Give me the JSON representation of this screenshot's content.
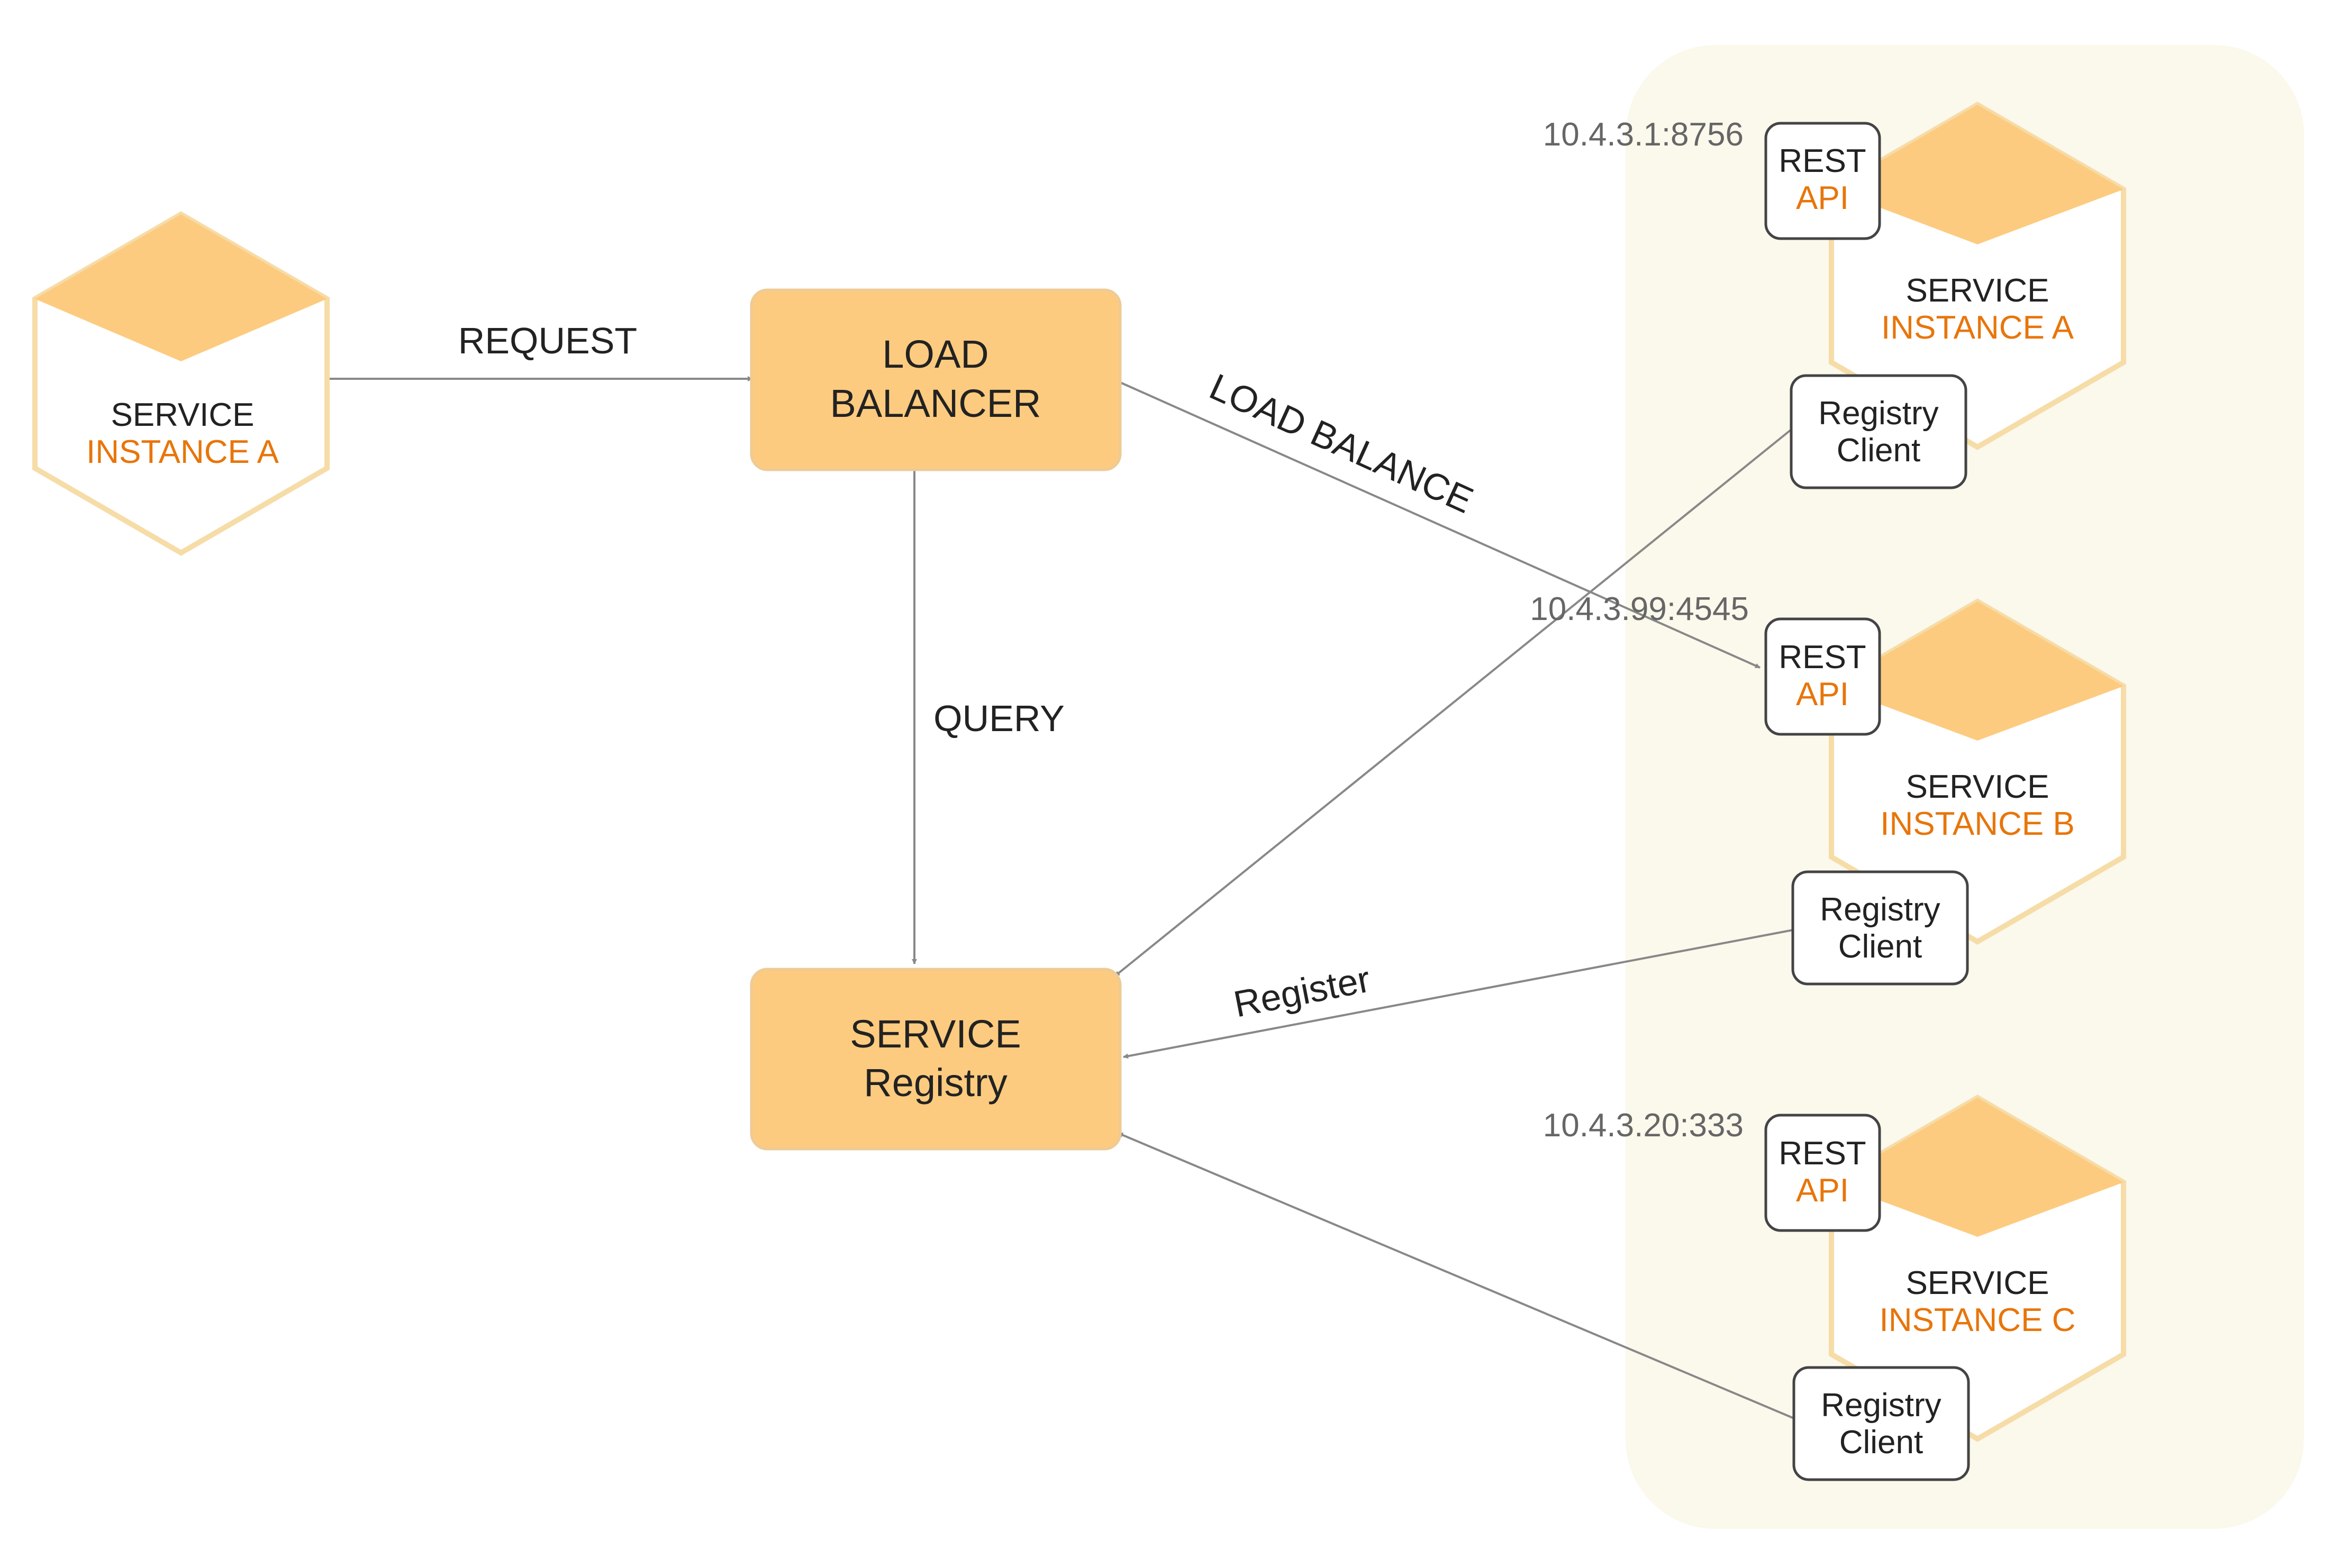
{
  "colors": {
    "hex_fill": "#fdcb7f",
    "hex_stroke": "#f6dca7",
    "box_fill": "#fdcb7f",
    "panel_bg": "#fbf8ec",
    "accent_text": "#e8750a",
    "dark_text": "#222222",
    "ip_text": "#666666",
    "line": "#888888"
  },
  "client": {
    "line1": "SERVICE",
    "line2": "INSTANCE A"
  },
  "load_balancer": {
    "line1": "LOAD",
    "line2": "BALANCER"
  },
  "registry": {
    "line1": "SERVICE",
    "line2": "Registry"
  },
  "edges": {
    "request": "REQUEST",
    "load_balance": "LOAD BALANCE",
    "query": "QUERY",
    "register": "Register"
  },
  "instances": [
    {
      "ip": "10.4.3.1:8756",
      "rest_line1": "REST",
      "rest_line2": "API",
      "service_line1": "SERVICE",
      "service_line2": "INSTANCE A",
      "client_line1": "Registry",
      "client_line2": "Client"
    },
    {
      "ip": "10.4.3.99:4545",
      "rest_line1": "REST",
      "rest_line2": "API",
      "service_line1": "SERVICE",
      "service_line2": "INSTANCE B",
      "client_line1": "Registry",
      "client_line2": "Client"
    },
    {
      "ip": "10.4.3.20:333",
      "rest_line1": "REST",
      "rest_line2": "API",
      "service_line1": "SERVICE",
      "service_line2": "INSTANCE C",
      "client_line1": "Registry",
      "client_line2": "Client"
    }
  ]
}
